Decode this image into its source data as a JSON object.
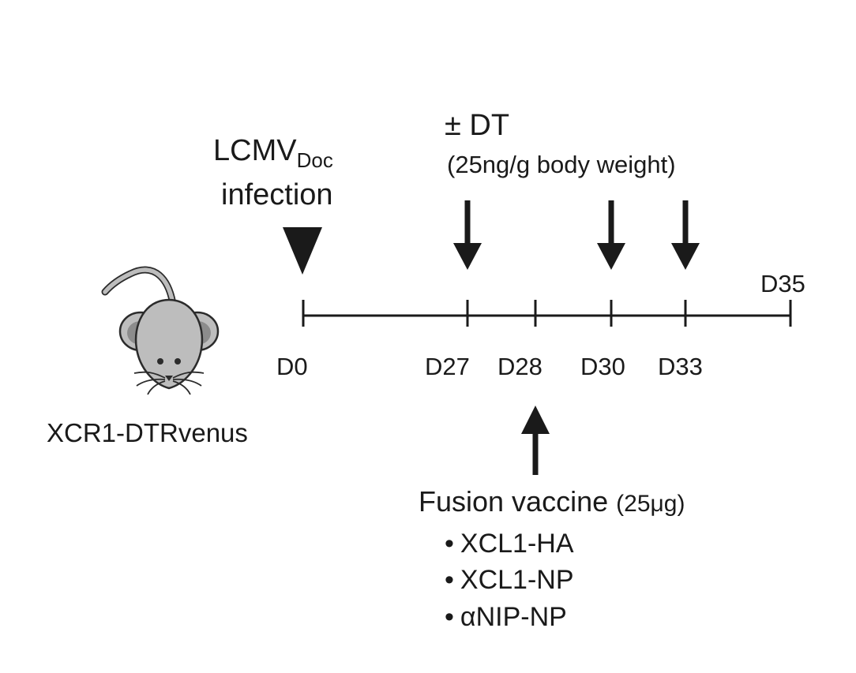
{
  "infection": {
    "main": "LCMV",
    "subscript": "Doc",
    "line2": "infection"
  },
  "dt": {
    "title": "± DT",
    "dose": "(25ng/g body weight)"
  },
  "mouse": {
    "label": "XCR1-DTRvenus"
  },
  "timeline": {
    "days": [
      {
        "id": "d0",
        "label": "D0",
        "day": 0
      },
      {
        "id": "d27",
        "label": "D27",
        "day": 27
      },
      {
        "id": "d28",
        "label": "D28",
        "day": 28
      },
      {
        "id": "d30",
        "label": "D30",
        "day": 30
      },
      {
        "id": "d33",
        "label": "D33",
        "day": 33
      },
      {
        "id": "d35",
        "label": "D35",
        "day": 35
      }
    ],
    "dt_days": [
      27,
      30,
      33
    ],
    "vaccine_day": 28,
    "infection_day": 0
  },
  "vaccine": {
    "title": "Fusion vaccine",
    "dose": "(25μg)",
    "items": [
      "XCL1-HA",
      "XCL1-NP",
      "αNIP-NP"
    ]
  },
  "colors": {
    "ink": "#1a1a1a",
    "mouse_body": "#bdbdbd",
    "mouse_ear": "#8c8c8c",
    "mouse_outline": "#2b2b2b"
  }
}
